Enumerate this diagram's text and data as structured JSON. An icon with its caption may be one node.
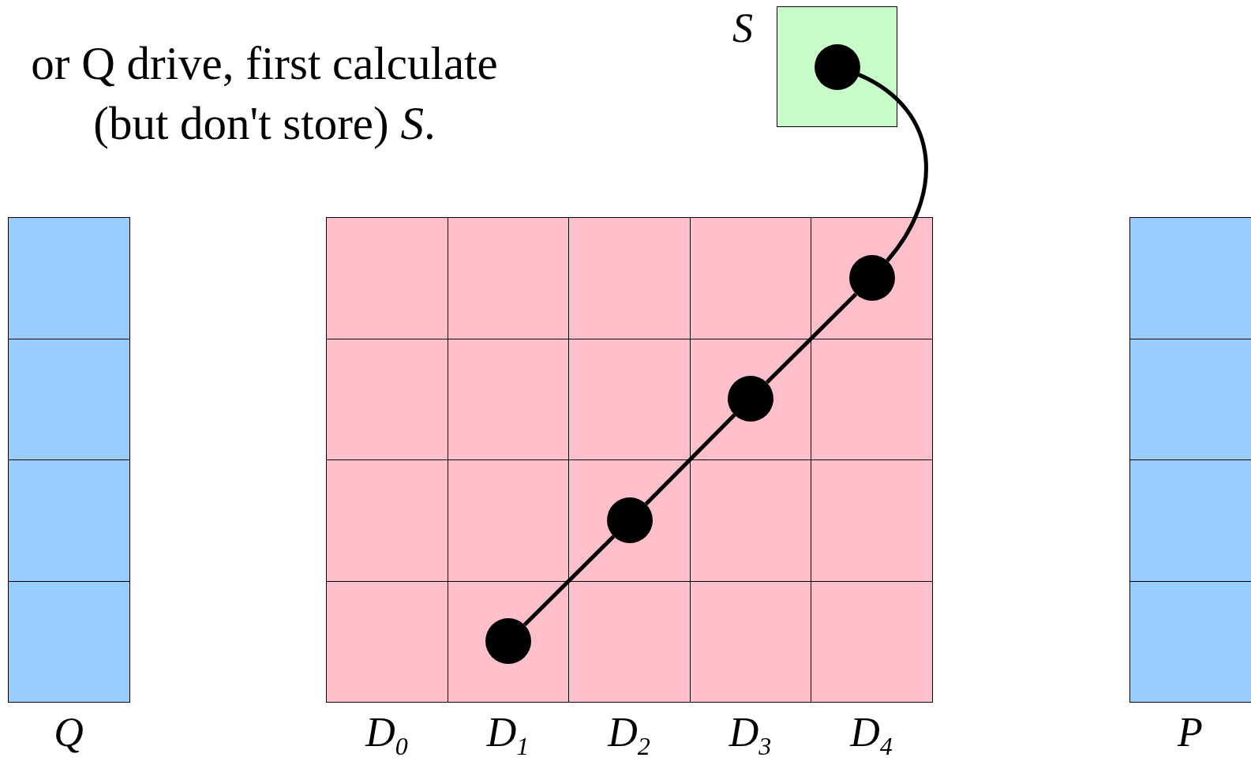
{
  "diagram": {
    "nodes": [
      {
        "text": [],
        "shape": "box",
        "beside": [
          "S"
        ]
      },
      {
        "text": [],
        "shape": "circle",
        "in": 0
      },
      {
        "text": [],
        "shape": "circle"
      },
      {
        "text": [],
        "shape": "circle"
      },
      {
        "text": [],
        "shape": "circle"
      },
      {
        "text": [],
        "shape": "circle"
      }
    ],
    "edges": [
      {
        "from": 1,
        "to": 2,
        "arrow": "none"
      },
      {
        "from": 2,
        "to": 3,
        "arrow": "none"
      },
      {
        "from": 3,
        "to": 4,
        "arrow": "none"
      },
      {
        "from": 4,
        "to": 5,
        "arrow": "none"
      }
    ],
    "labels": [
      "or Q drive, first calculate (but don't store) *S*.",
      "Q",
      "D$_{0}$",
      "D$_{1}$",
      "D$_{2}$",
      "D$_{3}$",
      "D$_{4}$",
      "P"
    ]
  }
}
